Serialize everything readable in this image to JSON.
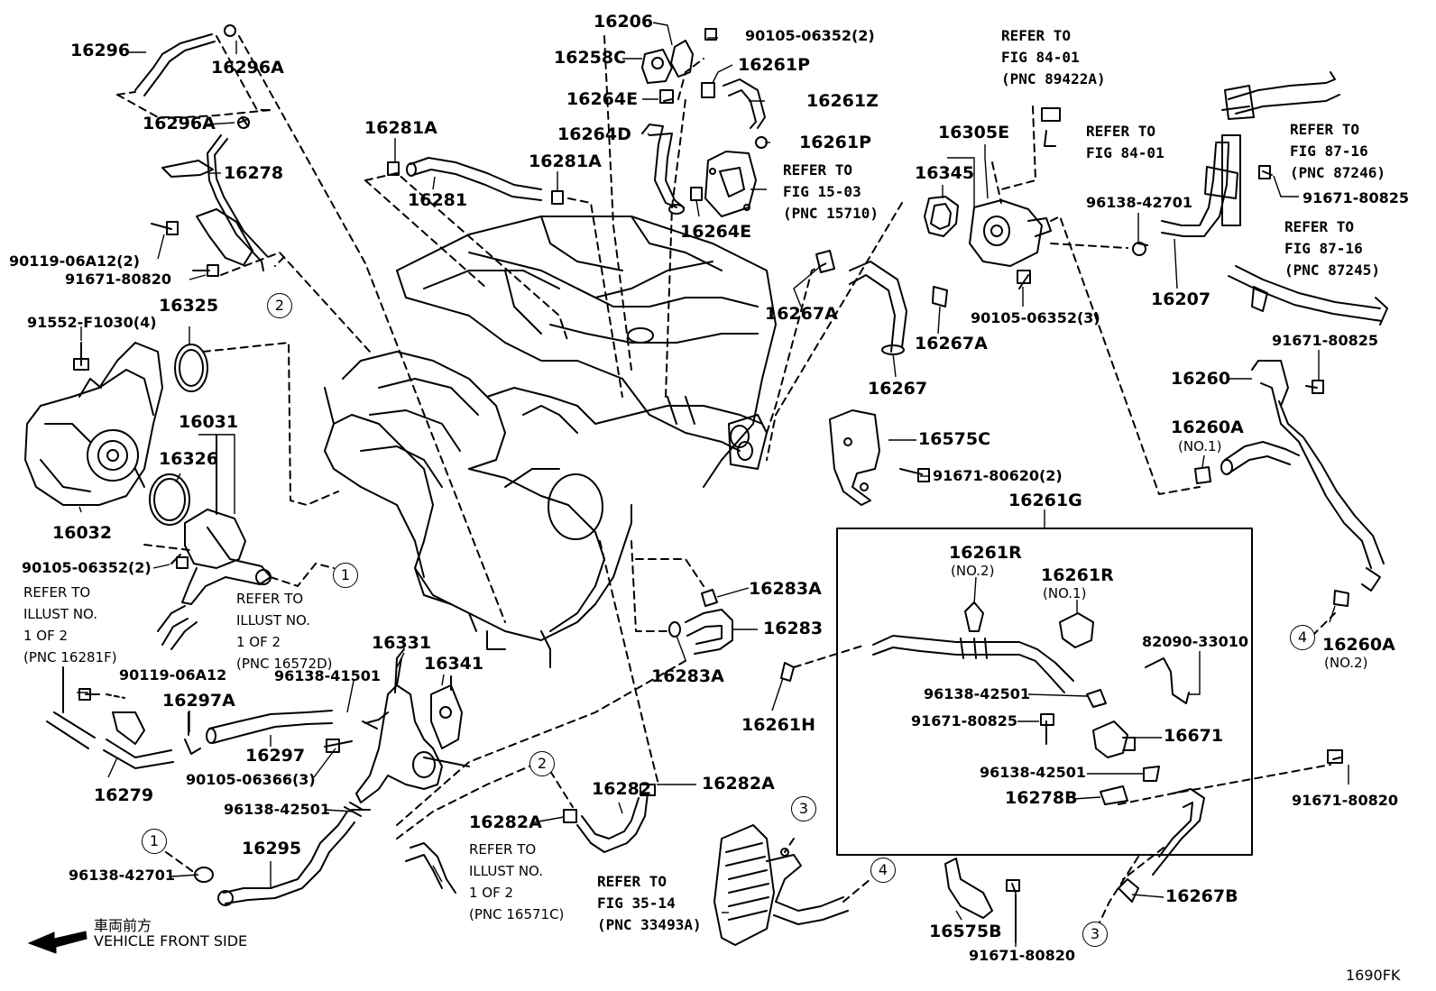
{
  "diagram": {
    "labels": {
      "l16296": "16296",
      "l16296A_top": "16296A",
      "l16296A": "16296A",
      "l16278": "16278",
      "l90119_06A12_2": "90119-06A12(2)",
      "l91671_80820_left": "91671-80820",
      "l91552": "91552-F1030(4)",
      "l16325": "16325",
      "l16031": "16031",
      "l16326": "16326",
      "l16032": "16032",
      "l90105_06352_2_left": "90105-06352(2)",
      "l90119_06A12": "90119-06A12",
      "l16297A": "16297A",
      "l16297": "16297",
      "l16279": "16279",
      "l90105_06366": "90105-06366(3)",
      "l16331": "16331",
      "l96138_41501": "96138-41501",
      "l16341": "16341",
      "l96138_42501_mid": "96138-42501",
      "l16295": "16295",
      "l96138_42701_left": "96138-42701",
      "l16281A_left": "16281A",
      "l16281": "16281",
      "l16281A_mid": "16281A",
      "l16206": "16206",
      "l90105_06352_2_top": "90105-06352(2)",
      "l16258C": "16258C",
      "l16261P_top": "16261P",
      "l16264E_top": "16264E",
      "l16261Z": "16261Z",
      "l16264D": "16264D",
      "l16261P_mid": "16261P",
      "l16264E_mid": "16264E",
      "l16305E": "16305E",
      "l16345": "16345",
      "l16267A_left": "16267A",
      "l16267A_right": "16267A",
      "l16267": "16267",
      "l90105_06352_3": "90105-06352(3)",
      "l96138_42701_right": "96138-42701",
      "l16207": "16207",
      "l91671_80825_top": "91671-80825",
      "l91671_80825_r2": "91671-80825",
      "l16260": "16260",
      "l16260A": "16260A",
      "l16260A_no1": "(NO.1)",
      "l16575C": "16575C",
      "l91671_80620": "91671-80620(2)",
      "l16261G": "16261G",
      "l16261R_a": "16261R",
      "l16261R_a_no": "(NO.2)",
      "l16261R_b": "16261R",
      "l16261R_b_no": "(NO.1)",
      "l82090": "82090-33010",
      "l96138_42501_box1": "96138-42501",
      "l91671_80825_box": "91671-80825",
      "l16671": "16671",
      "l96138_42501_box2": "96138-42501",
      "l16278B": "16278B",
      "l16260A_2": "16260A",
      "l16260A_no2": "(NO.2)",
      "l91671_80820_right": "91671-80820",
      "l16267B": "16267B",
      "l16283A_top": "16283A",
      "l16283": "16283",
      "l16283A_bot": "16283A",
      "l16261H": "16261H",
      "l16282": "16282",
      "l16282A_right": "16282A",
      "l16282A_left": "16282A",
      "l16575B": "16575B",
      "l91671_80820_bot": "91671-80820"
    },
    "refs": {
      "r_fig_84_01_a": "REFER TO\nFIG 84-01\n(PNC 89422A)",
      "r_fig_84_01_b": "REFER TO\nFIG 84-01",
      "r_fig_87_16_a": "REFER TO\nFIG 87-16\n(PNC 87246)",
      "r_fig_87_16_b": "REFER TO\nFIG 87-16\n(PNC 87245)",
      "r_fig_15_03": "REFER TO\nFIG 15-03\n(PNC 15710)",
      "r_fig_35_14": "REFER TO\nFIG 35-14\n(PNC 33493A)",
      "r_illust_16281F": "REFER TO\nILLUST NO.\n1 OF 2\n(PNC 16281F)",
      "r_illust_16572D": "REFER TO\nILLUST NO.\n1 OF 2\n(PNC 16572D)",
      "r_illust_16571C": "REFER TO\nILLUST NO.\n1 OF 2\n(PNC 16571C)"
    },
    "circles": {
      "c2a": "2",
      "c1a": "1",
      "c1b": "1",
      "c2b": "2",
      "c3a": "3",
      "c4a": "4",
      "c4b": "4",
      "c3b": "3"
    },
    "footer": {
      "direction_jp": "車両前方",
      "direction_en": "VEHICLE FRONT SIDE",
      "figure_code": "1690FK"
    }
  }
}
